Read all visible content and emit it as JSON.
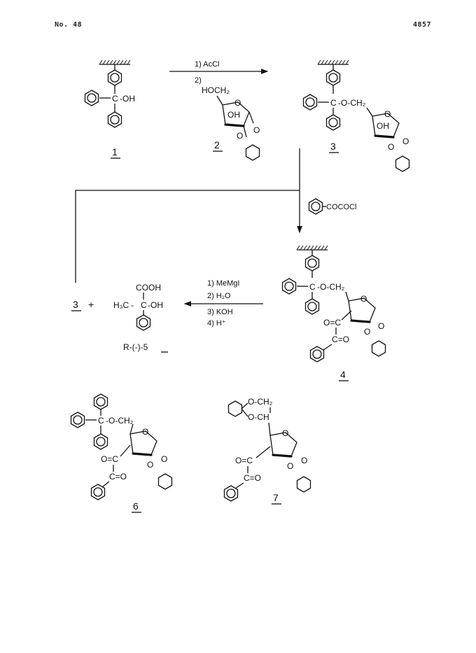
{
  "header": {
    "left": "No. 48",
    "right": "4857"
  },
  "compounds": {
    "c1": {
      "number": "1",
      "oh": "-OH"
    },
    "c2": {
      "number": "2",
      "hoch2": "HOCH₂",
      "oh": "OH",
      "o": "O"
    },
    "c3": {
      "number": "3",
      "link": "-O-CH₂",
      "oh": "OH",
      "o": "O"
    },
    "c4": {
      "number": "4",
      "link": "-O-CH₂",
      "o": "O",
      "keto1": "O=C",
      "keto2": "C=O"
    },
    "c5": {
      "label": "R-(-)-5",
      "plus_ref": "3",
      "plus": "+",
      "cooh": "COOH",
      "h3c": "H₃C",
      "oh": "-OH",
      "c": "C"
    },
    "c6": {
      "number": "6",
      "link": "-O-CH₂",
      "o": "O",
      "keto1": "O=C",
      "keto2": "C=O"
    },
    "c7": {
      "number": "7",
      "och2": "O-CH₂",
      "och": "O-CH",
      "o": "O",
      "keto1": "O=C",
      "keto2": "C=O"
    }
  },
  "reactions": {
    "step1": {
      "line1": "1)  AcCl",
      "line2": "2)"
    },
    "step2": {
      "reagent": "COCOCl"
    },
    "step3": {
      "line1": "1)  MeMgI",
      "line2": "2)  H₂O",
      "line3": "3)  KOH",
      "line4": "4)  H⁺"
    }
  },
  "icons": [
    "polymer-support-icon",
    "benzene-ring-icon",
    "cyclohexane-ring-icon",
    "furanose-ring-icon",
    "reaction-arrow-icon"
  ]
}
